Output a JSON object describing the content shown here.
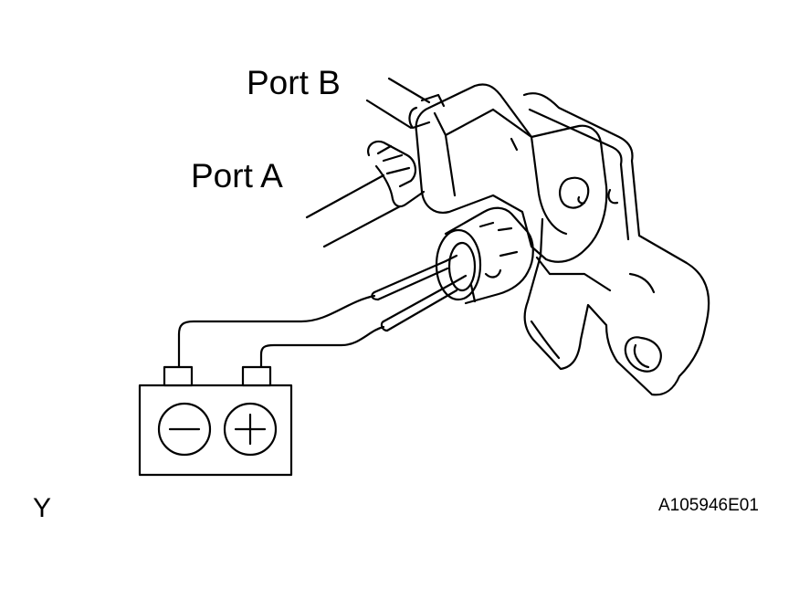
{
  "labels": {
    "port_b": "Port B",
    "port_a": "Port A",
    "corner_letter": "Y",
    "figure_code": "A105946E01"
  },
  "colors": {
    "line": "#000000",
    "background": "#ffffff"
  }
}
